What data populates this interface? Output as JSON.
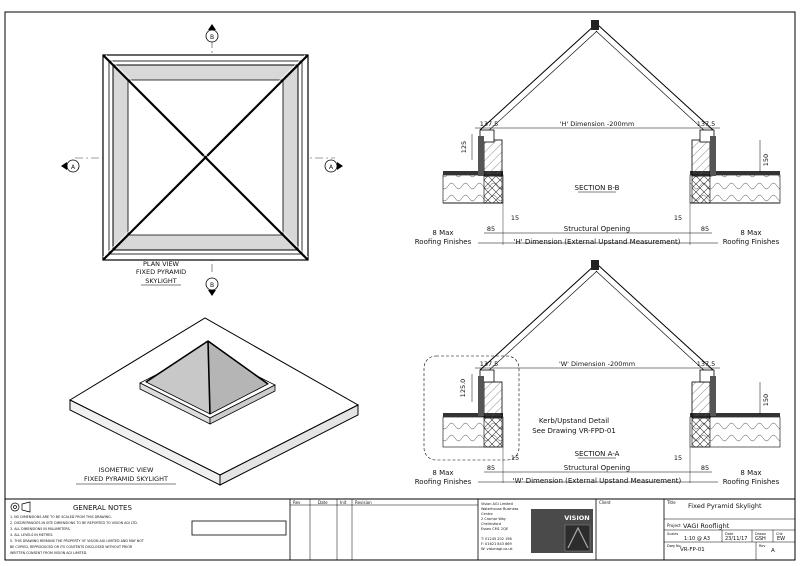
{
  "plan": {
    "marker_b": "B",
    "marker_a": "A",
    "caption_line1": "PLAN VIEW",
    "caption_line2": "FIXED PYRAMID",
    "caption_line3": "SKYLIGHT"
  },
  "isometric": {
    "caption_line1": "ISOMETRIC VIEW",
    "caption_line2": "FIXED PYRAMID SKYLIGHT"
  },
  "section_bb": {
    "label": "SECTION B-B",
    "dim_top_left": "137.5",
    "dim_top_right": "137.5",
    "dim_top_center": "'H' Dimension -200mm",
    "dim_left_vertical": "125",
    "dim_right_vertical": "150",
    "dim_15_left": "15",
    "dim_15_right": "15",
    "dim_85_left": "85",
    "dim_85_right": "85",
    "structural_opening": "Structural Opening",
    "external_dimension": "'H' Dimension (External Upstand Measurement)",
    "left_note_line1": "8 Max",
    "left_note_line2": "Roofing Finishes",
    "right_note_line1": "8 Max",
    "right_note_line2": "Roofing Finishes"
  },
  "section_aa": {
    "label": "SECTION A-A",
    "dim_top_left": "137.5",
    "dim_top_right": "137.5",
    "dim_top_center": "'W' Dimension -200mm",
    "dim_left_vertical": "125.0",
    "dim_right_vertical": "150",
    "dim_15_left": "15",
    "dim_15_right": "15",
    "dim_85_left": "85",
    "dim_85_right": "85",
    "kerb_detail_line1": "Kerb/Upstand Detail",
    "kerb_detail_line2": "See Drawing VR-FPD-01",
    "structural_opening": "Structural Opening",
    "external_dimension": "'W' Dimension (External Upstand Measurement)",
    "left_note_line1": "8 Max",
    "left_note_line2": "Roofing Finishes",
    "right_note_line1": "8 Max",
    "right_note_line2": "Roofing Finishes"
  },
  "title_block": {
    "general_notes_heading": "GENERAL NOTES",
    "notes": [
      "1. NO DIMENSIONS ARE TO BE SCALED FROM THIS DRAWING.",
      "2. DISCREPANCIES IN SITE DIMENSIONS TO BE REPORTED TO VISION AGI LTD.",
      "3. ALL DIMENSIONS IN MILLIMETERS.",
      "4. ALL LEVELS IN METRES.",
      "5. THIS DRAWING REMAINS THE PROPERTY OF VISION AGI LIMITED AND MAY NOT",
      "   BE COPIED, REPRODUCED OR ITS CONTENTS DISCLOSED WITHOUT PRIOR",
      "   WRITTEN CONSENT FROM VISION AGI LIMITED."
    ],
    "rev_header": "Rev",
    "date_header": "Date",
    "init_header": "Init",
    "revision_header": "Revision",
    "company_lines": [
      "Vision AGI Limited",
      "Waterhouse Business",
      "Centre",
      "2 Cromar Way",
      "Chelmsford",
      "Essex CM1 2QE"
    ],
    "contact_lines": [
      "T: 01245 202 198",
      "F: 01621 843 869",
      "W: visionagi.co.uk"
    ],
    "logo_text": "VISION",
    "client_label": "Client",
    "title_label": "Title",
    "title_value": "Fixed Pyramid Skylight",
    "project_label": "Project",
    "project_value": "VAGI Rooflight",
    "scales_label": "Scales",
    "scales_value": "1:10 @ A3",
    "date_label": "Date",
    "date_value": "23/11/17",
    "drawn_label": "Drawn",
    "drawn_value": "GSH",
    "chk_label": "Chk",
    "chk_value": "EW",
    "dwg_label": "Dwg No.",
    "dwg_value": "VR-FP-01",
    "rev_label": "Rev",
    "rev_value": "A"
  }
}
